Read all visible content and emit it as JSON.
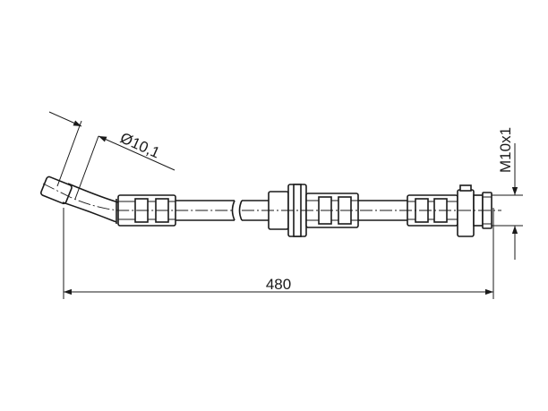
{
  "diagram": {
    "dimensions": {
      "length": "480",
      "diameter": "Ø10,1",
      "thread": "M10x1"
    }
  }
}
